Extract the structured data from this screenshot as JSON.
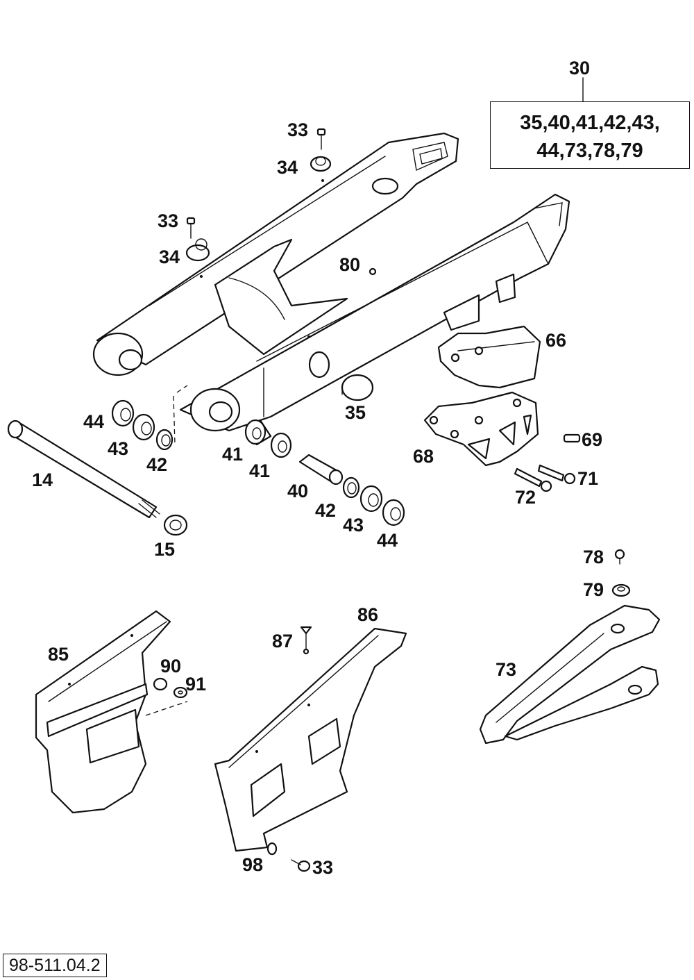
{
  "kit": {
    "number": "30",
    "contents_line1": "35,40,41,42,43,",
    "contents_line2": "44,73,78,79"
  },
  "labels": {
    "p33a": "33",
    "p34a": "34",
    "p33b": "33",
    "p34b": "34",
    "p80": "80",
    "p66": "66",
    "p35": "35",
    "p68": "68",
    "p69": "69",
    "p71": "71",
    "p72": "72",
    "p44a": "44",
    "p43a": "43",
    "p42a": "42",
    "p14": "14",
    "p15": "15",
    "p41a": "41",
    "p41b": "41",
    "p40": "40",
    "p42b": "42",
    "p43b": "43",
    "p44b": "44",
    "p78": "78",
    "p79": "79",
    "p73": "73",
    "p86": "86",
    "p87": "87",
    "p85": "85",
    "p90": "90",
    "p91": "91",
    "p98": "98",
    "p33c": "33"
  },
  "catalog_number": "98-511.04.2"
}
